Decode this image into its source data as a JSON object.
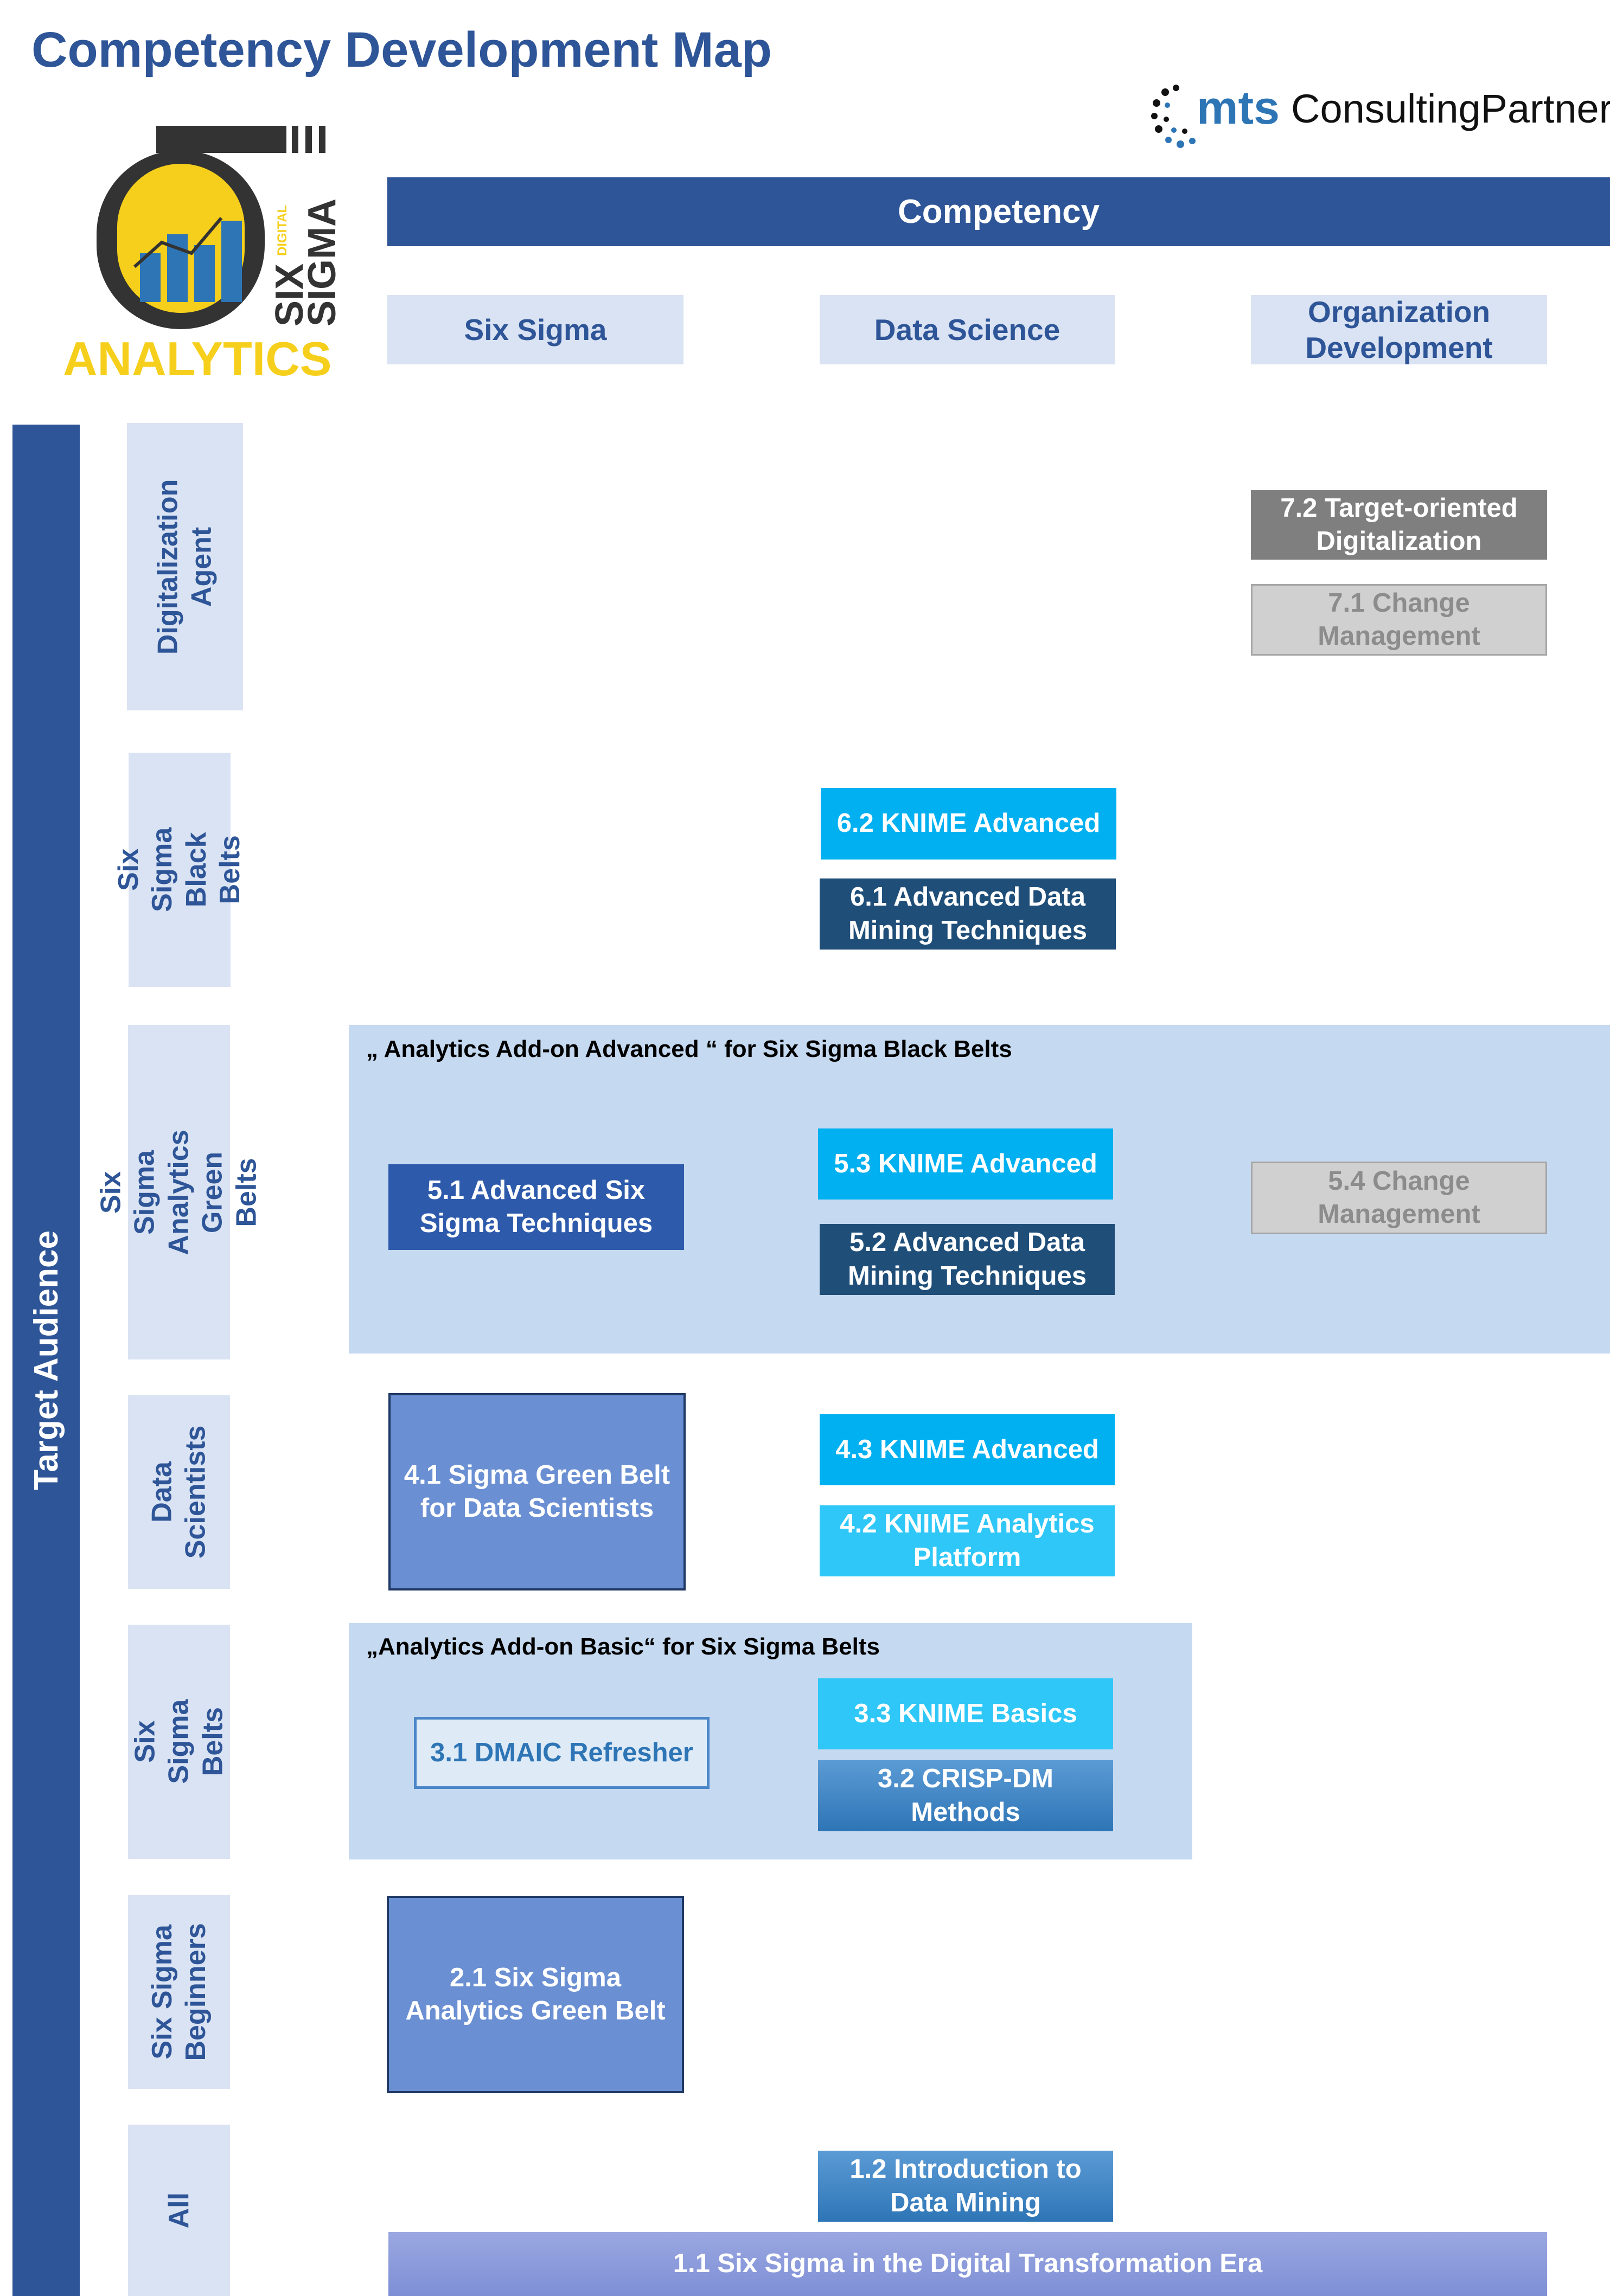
{
  "title": "Competency Development Map",
  "logos": {
    "mts_mark": "mts",
    "mts_text": "ConsultingPartner",
    "analytics_logo_text": [
      "SIX",
      "SIGMA",
      "DIGITAL",
      "ANALYTICS"
    ]
  },
  "header": {
    "competency": "Competency",
    "columns": [
      "Six Sigma",
      "Data Science",
      "Organization Development"
    ]
  },
  "target_audience": "Target Audience",
  "rows": [
    {
      "label": "Digitalization Agent"
    },
    {
      "label": "Six Sigma Black Belts"
    },
    {
      "label": "Six Sigma Analytics Green Belts"
    },
    {
      "label": "Data Scientists"
    },
    {
      "label": "Six Sigma Belts"
    },
    {
      "label": "Six Sigma Beginners"
    },
    {
      "label": "All"
    }
  ],
  "groups": {
    "advanced": "„ Analytics Add-on Advanced “ for Six Sigma Black Belts",
    "basic": "„Analytics Add-on Basic“ for Six Sigma Belts"
  },
  "modules": {
    "m7_2": "7.2 Target-oriented Digitalization",
    "m7_1": "7.1 Change Management",
    "m6_2": "6.2 KNIME Advanced",
    "m6_1": "6.1 Advanced Data Mining Techniques",
    "m5_1": "5.1 Advanced Six Sigma Techniques",
    "m5_3": "5.3 KNIME Advanced",
    "m5_2": "5.2 Advanced Data Mining Techniques",
    "m5_4": "5.4 Change Management",
    "m4_1": "4.1 Sigma Green Belt for Data Scientists",
    "m4_3": "4.3 KNIME Advanced",
    "m4_2": "4.2 KNIME Analytics Platform",
    "m3_1": "3.1 DMAIC Refresher",
    "m3_3": "3.3 KNIME Basics",
    "m3_2": "3.2 CRISP-DM Methods",
    "m2_1": "2.1 Six Sigma Analytics Green Belt",
    "m1_2": "1.2 Introduction to Data Mining",
    "m1_1": "1.1 Six Sigma in the Digital Transformation Era"
  },
  "colors": {
    "primary": "#2E5597",
    "light": "#DAE3F3",
    "group_bg": "#C5D9F0",
    "navy": "#1F4E79",
    "cyan": "#00B0F0",
    "gray": "#7F7F7F"
  }
}
